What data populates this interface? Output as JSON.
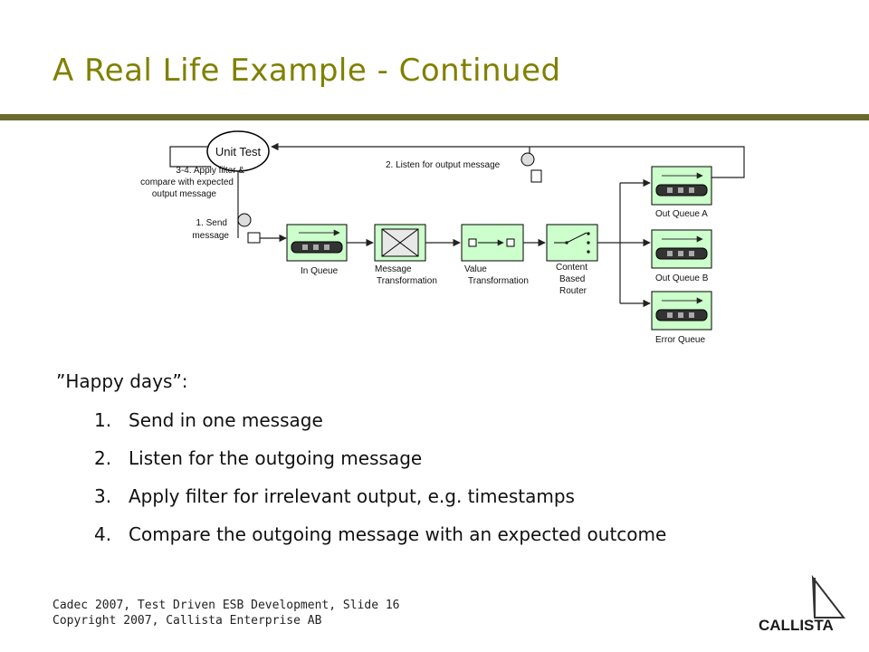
{
  "slide": {
    "title": "A Real Life Example - Continued",
    "intro": "”Happy days”:",
    "steps": [
      {
        "num": "1.",
        "text": "Send in one message"
      },
      {
        "num": "2.",
        "text": "Listen for the outgoing message"
      },
      {
        "num": "3.",
        "text": "Apply filter for irrelevant output, e.g. timestamps"
      },
      {
        "num": "4.",
        "text": "Compare the outgoing message with an expected outcome"
      }
    ],
    "footer_line1": "Cadec 2007, Test Driven ESB Development, Slide 16",
    "footer_line2": "Copyright 2007, Callista Enterprise AB"
  },
  "diagram": {
    "unit_test": "Unit Test",
    "apply_filter_line1": "3-4. Apply filter &",
    "apply_filter_line2": "compare with expected",
    "apply_filter_line3": "output message",
    "send_line1": "1. Send",
    "send_line2": "message",
    "listen": "2. Listen for output message",
    "in_queue": "In Queue",
    "msg_transform_line1": "Message",
    "msg_transform_line2": "Transformation",
    "value_transform_line1": "Value",
    "value_transform_line2": "Transformation",
    "router_line1": "Content",
    "router_line2": "Based",
    "router_line3": "Router",
    "out_queue_a": "Out Queue A",
    "out_queue_b": "Out Queue B",
    "error_queue": "Error Queue"
  },
  "logo": {
    "text": "CALLISTA"
  },
  "colors": {
    "title": "#808000",
    "title_bar": "#6b6a2e",
    "box_fill": "#ccffcc",
    "logo_accent": "#2a6fb0"
  }
}
